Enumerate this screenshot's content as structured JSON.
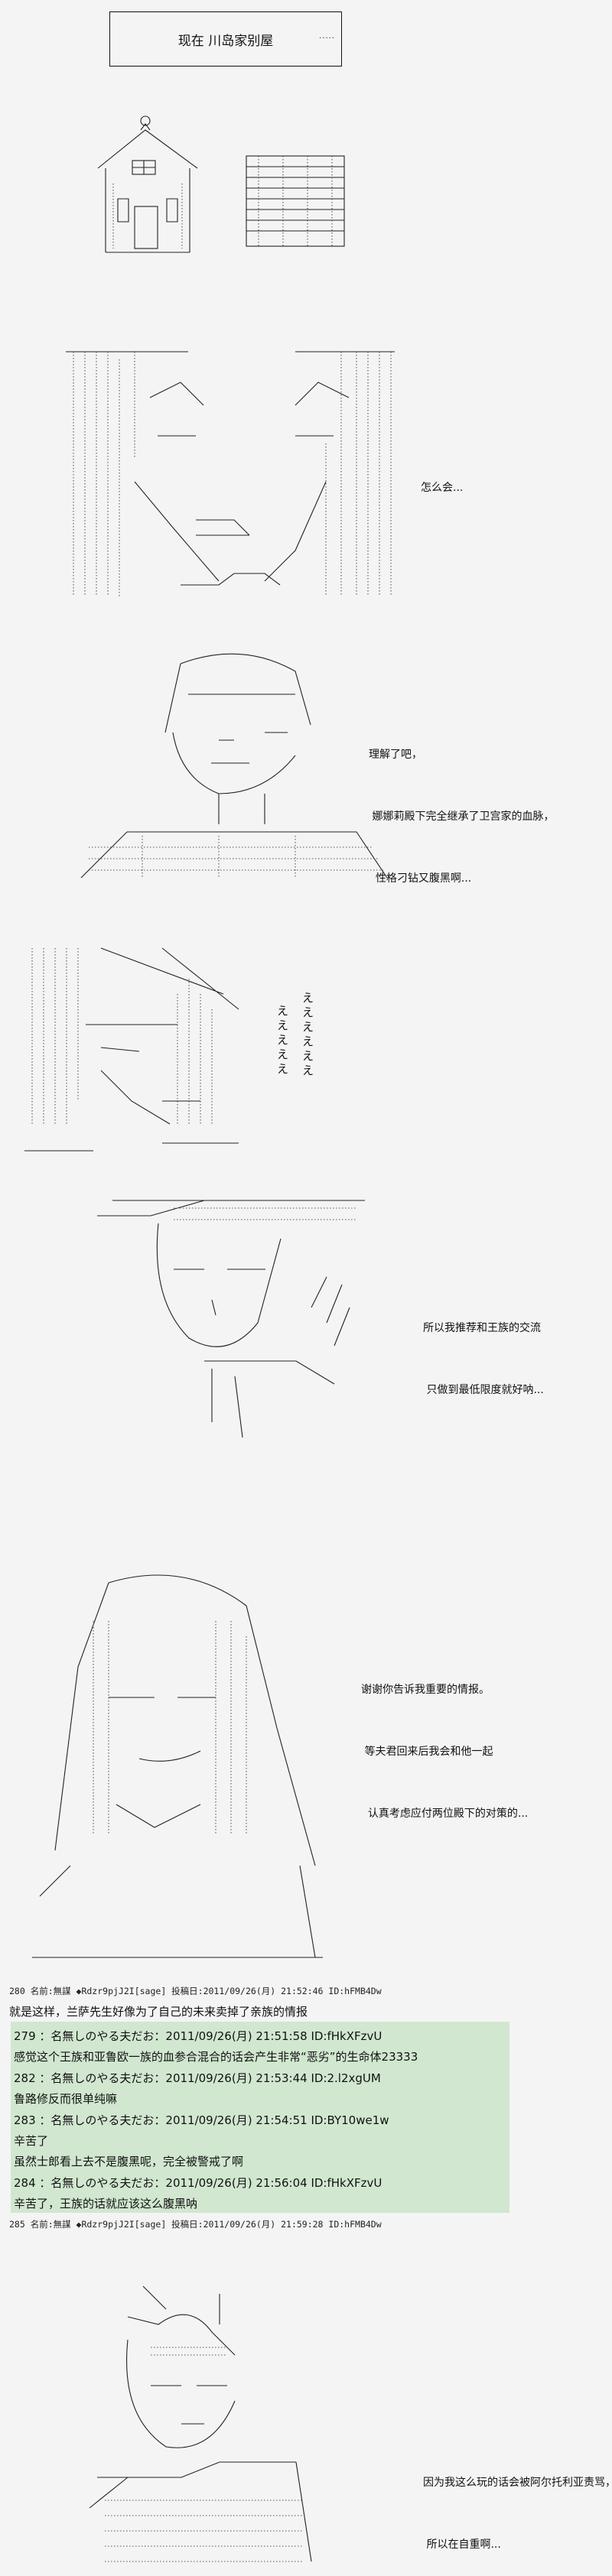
{
  "title_caption": "现在  川岛家别屋",
  "title_dots": ".....",
  "dialogue": {
    "scene1": [
      "怎么会..."
    ],
    "scene2": [
      "理解了吧，",
      " 娜娜莉殿下完全继承了卫宫家的血脉，",
      "  性格刁钻又腹黑啊..."
    ],
    "scene3_columns": [
      "ええええええ",
      "えええええ"
    ],
    "scene4": [
      "所以我推荐和王族的交流",
      " 只做到最低限度就好呐..."
    ],
    "scene5": [
      "谢谢你告诉我重要的情报。",
      " 等夫君回来后我会和他一起",
      "  认真考虑应付两位殿下的对策的..."
    ],
    "scene6": [
      "因为我这么玩的话会被阿尔托利亚责骂，",
      " 所以在自重啊..."
    ]
  },
  "posts": [
    {
      "header": "280 名前:無謀 ◆Rdzr9pjJ2I[sage] 投稿日:2011/09/26(月) 21:52:46 ID:hFMB4Dw",
      "body": "就是这样，兰萨先生好像为了自己的未来卖掉了亲族的情报"
    },
    {
      "header": "285 名前:無謀 ◆Rdzr9pjJ2I[sage] 投稿日:2011/09/26(月) 21:59:28 ID:hFMB4Dw"
    }
  ],
  "quoted_replies": [
    {
      "header": "279 ：名無しのやる夫だお：2011/09/26(月) 21:51:58 ID:fHkXFzvU",
      "body": [
        "感觉这个王族和亚鲁欧一族的血参合混合的话会产生非常“恶劣”的生命体23333"
      ]
    },
    {
      "header": "282 ：名無しのやる夫だお：2011/09/26(月) 21:53:44 ID:2.l2xgUM",
      "body": [
        "鲁路修反而很单纯嘛"
      ]
    },
    {
      "header": "283 ：名無しのやる夫だお：2011/09/26(月) 21:54:51 ID:BY10we1w",
      "body": [
        "辛苦了",
        "虽然士郎看上去不是腹黑呢，完全被警戒了啊"
      ]
    },
    {
      "header": "284 ：名無しのやる夫だお：2011/09/26(月) 21:56:04 ID:fHkXFzvU",
      "body": [
        "辛苦了，王族的话就应该这么腹黑呐"
      ]
    }
  ],
  "colors": {
    "background": "#f4f4f4",
    "quote_bg": "#d1e7d0"
  }
}
